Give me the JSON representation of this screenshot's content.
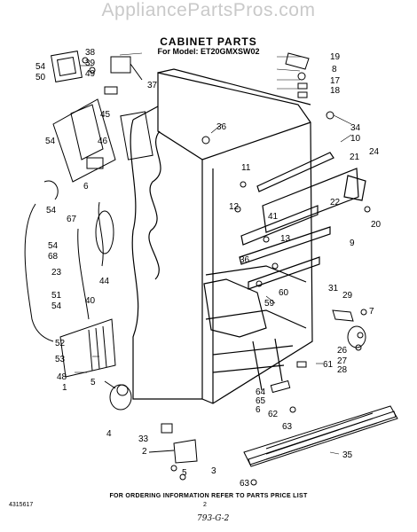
{
  "watermark": "AppliancePartsPros.com",
  "title": "CABINET PARTS",
  "model_line": "For Model: ET20GMXSW02",
  "footer_note": "FOR ORDERING INFORMATION REFER TO PARTS PRICE LIST",
  "doc_number": "4315617",
  "page_number": "2",
  "handwritten": "793-G-2",
  "callouts": [
    "54",
    "50",
    "38",
    "39",
    "49",
    "37",
    "45",
    "19",
    "8",
    "17",
    "18",
    "54",
    "46",
    "6",
    "36",
    "34",
    "10",
    "11",
    "24",
    "21",
    "12",
    "41",
    "22",
    "54",
    "67",
    "13",
    "9",
    "20",
    "54",
    "68",
    "23",
    "36",
    "44",
    "51",
    "60",
    "54",
    "40",
    "59",
    "31",
    "29",
    "7",
    "52",
    "53",
    "48",
    "1",
    "26",
    "27",
    "28",
    "61",
    "5",
    "4",
    "64",
    "65",
    "6",
    "62",
    "63",
    "33",
    "2",
    "5",
    "3",
    "35",
    "63"
  ]
}
